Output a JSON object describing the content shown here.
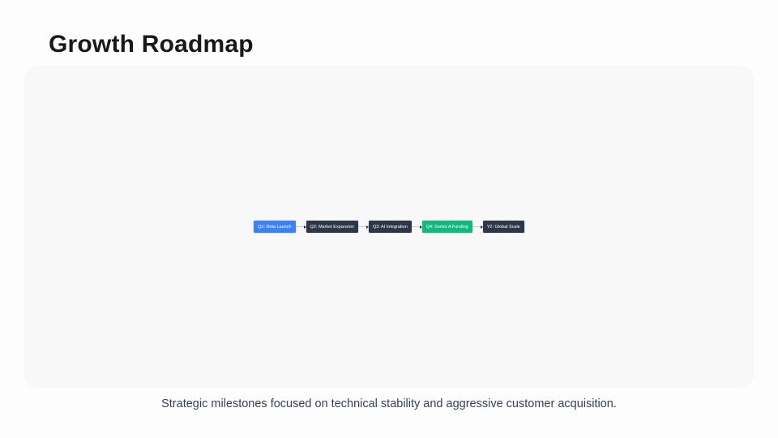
{
  "page": {
    "title": "Growth Roadmap",
    "caption": "Strategic milestones focused on technical stability and aggressive customer acquisition."
  },
  "diagram": {
    "type": "flowchart",
    "direction": "left-to-right",
    "nodes": [
      {
        "id": "n1",
        "label": "Q1: Beta Launch",
        "fill": "#3b82f6",
        "text_color": "#ffffff"
      },
      {
        "id": "n2",
        "label": "Q2: Market Expansion",
        "fill": "#2d3748",
        "text_color": "#ffffff"
      },
      {
        "id": "n3",
        "label": "Q3: AI Integration",
        "fill": "#2d3748",
        "text_color": "#ffffff"
      },
      {
        "id": "n4",
        "label": "Q4: Series A Funding",
        "fill": "#10b981",
        "text_color": "#ffffff"
      },
      {
        "id": "n5",
        "label": "Y2: Global Scale",
        "fill": "#2d3748",
        "text_color": "#ffffff"
      }
    ],
    "edges": [
      {
        "from": "n1",
        "to": "n2"
      },
      {
        "from": "n2",
        "to": "n3"
      },
      {
        "from": "n3",
        "to": "n4"
      },
      {
        "from": "n4",
        "to": "n5"
      }
    ],
    "edge_color": "#c9c9c9",
    "arrowhead_color": "#333333"
  },
  "colors": {
    "page_bg": "#fdfdfd",
    "panel_bg": "#f8f8f9",
    "title": "#17191c",
    "caption": "#374151"
  }
}
